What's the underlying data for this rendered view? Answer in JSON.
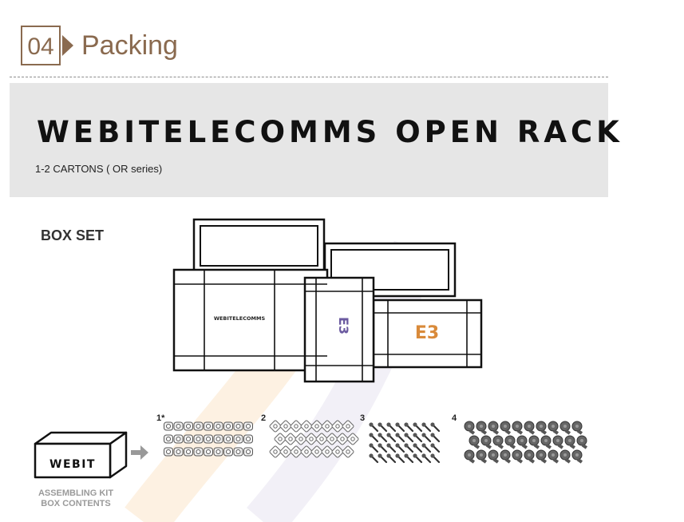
{
  "section": {
    "number": "04",
    "title": "Packing"
  },
  "banner": {
    "title": "WEBITELECOMMS OPEN RACK",
    "subtitle": "1-2 CARTONS ( OR series)"
  },
  "box_set": {
    "label": "BOX SET",
    "brand_text": "WEBITELECOMMS",
    "logo_text": "E3"
  },
  "assembling_kit": {
    "box_label": "WEBIT",
    "caption_line1": "ASSEMBLING KIT",
    "caption_line2": "BOX CONTENTS"
  },
  "parts": [
    {
      "label": "1*",
      "type": "cage-nut"
    },
    {
      "label": "2",
      "type": "washer"
    },
    {
      "label": "3",
      "type": "screw"
    },
    {
      "label": "4",
      "type": "thumb-screw"
    }
  ],
  "colors": {
    "accent": "#8a6a4f",
    "banner_bg": "#e6e6e6",
    "logo_orange": "#d98a3a",
    "logo_purple": "#6b5aa0"
  }
}
